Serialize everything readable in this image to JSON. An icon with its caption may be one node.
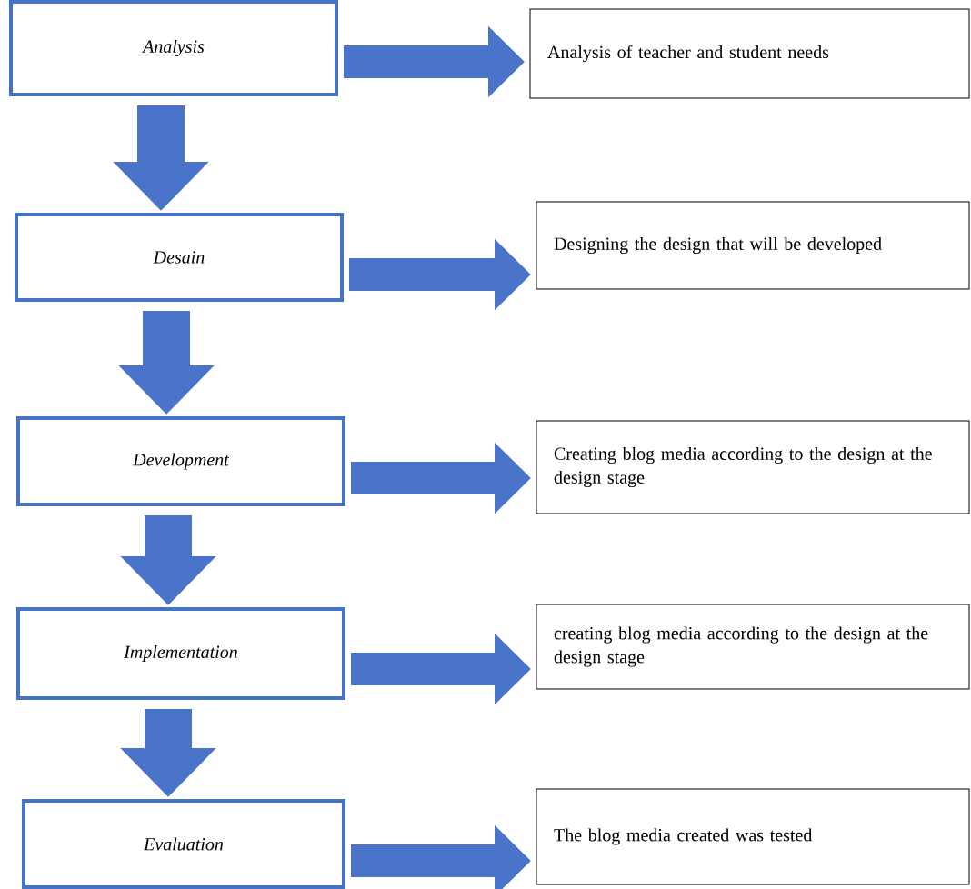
{
  "diagram": {
    "nodes": [
      {
        "text": [
          "Analysis"
        ]
      },
      {
        "text": [
          "Analysis of teacher and student needs"
        ]
      },
      {
        "text": [
          "Desain"
        ]
      },
      {
        "text": [
          "Designing the design that will be developed"
        ]
      },
      {
        "text": [
          "Development"
        ]
      },
      {
        "text": [
          "Creating blog media according to the design at the design stage"
        ]
      },
      {
        "text": [
          "Implementation"
        ]
      },
      {
        "text": [
          "creating blog media according to the design at the design stage"
        ]
      },
      {
        "text": [
          "Evaluation"
        ]
      },
      {
        "text": [
          "The blog media created was tested"
        ]
      }
    ],
    "edges": [
      {
        "from": 0,
        "to": 1,
        "arrow": "to"
      },
      {
        "from": 0,
        "to": 2,
        "arrow": "to"
      },
      {
        "from": 2,
        "to": 3,
        "arrow": "to"
      },
      {
        "from": 2,
        "to": 4,
        "arrow": "to"
      },
      {
        "from": 4,
        "to": 5,
        "arrow": "to"
      },
      {
        "from": 4,
        "to": 6,
        "arrow": "to"
      },
      {
        "from": 6,
        "to": 7,
        "arrow": "to"
      },
      {
        "from": 6,
        "to": 8,
        "arrow": "to"
      },
      {
        "from": 8,
        "to": 9,
        "arrow": "to"
      }
    ]
  }
}
